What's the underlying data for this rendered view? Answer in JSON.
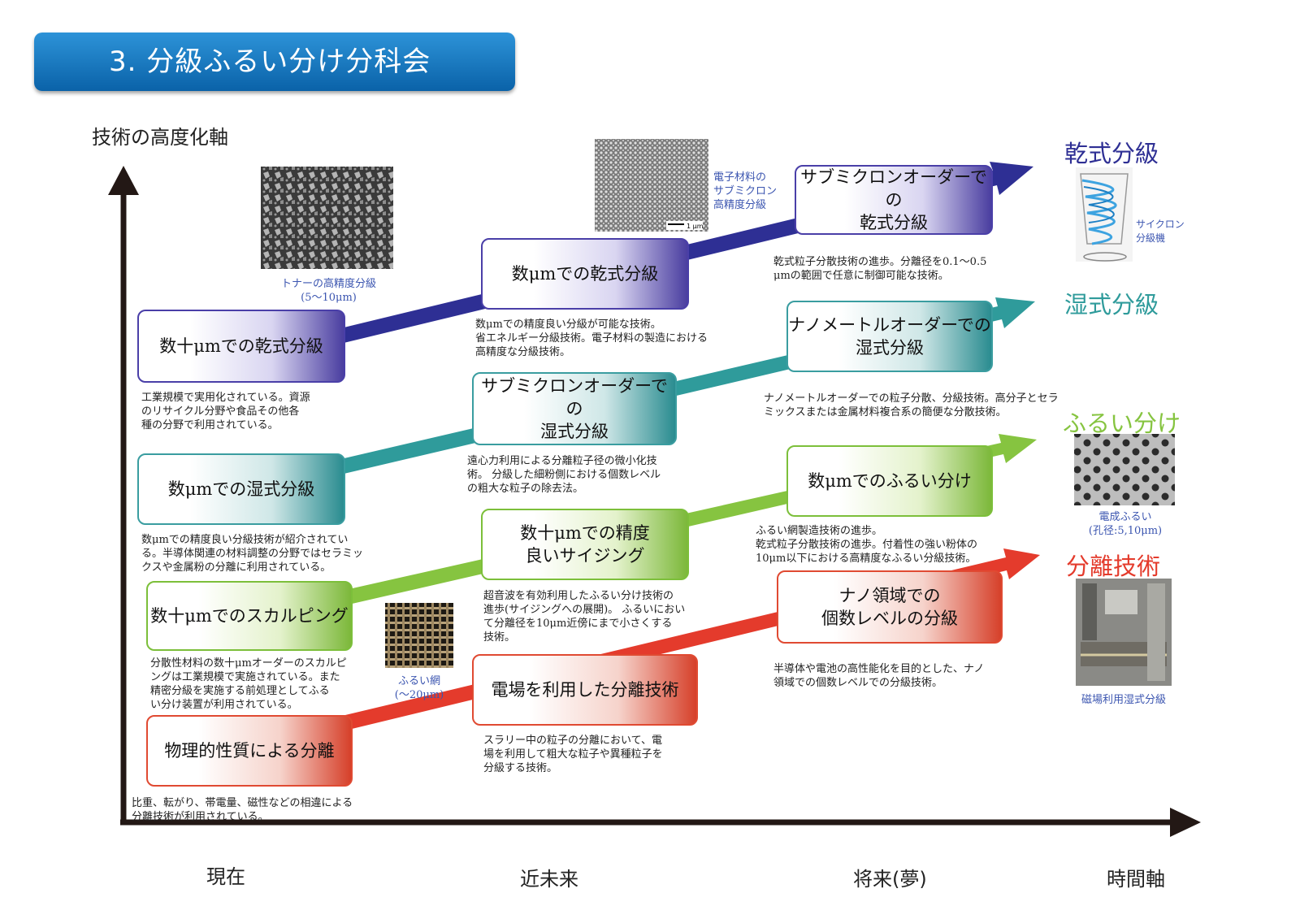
{
  "title": "3.  分級ふるい分け分科会",
  "axes": {
    "y_label": "技術の高度化軸",
    "x_ticks": [
      "現在",
      "近未来",
      "将来(夢)"
    ],
    "x_label": "時間軸"
  },
  "categories": {
    "dry": "乾式分級",
    "wet": "湿式分級",
    "sieve": "ふるい分け",
    "separation": "分離技術"
  },
  "colors": {
    "dry": "#2e2f94",
    "wet": "#2f9b9b",
    "sieve": "#86c440",
    "separation": "#e43b2c",
    "banner": "#1572bd"
  },
  "boxes": {
    "dry1": "数十μmでの乾式分級",
    "dry2": "数μmでの乾式分級",
    "dry3": "サブミクロンオーダーでの\n乾式分級",
    "wet1": "数μmでの湿式分級",
    "wet2": "サブミクロンオーダーでの\n湿式分級",
    "wet3": "ナノメートルオーダーでの\n湿式分級",
    "sieve1": "数十μmでのスカルピング",
    "sieve2": "数十μmでの精度\n良いサイジング",
    "sieve3": "数μmでのふるい分け",
    "sep1": "物理的性質による分離",
    "sep2": "電場を利用した分離技術",
    "sep3": "ナノ領域での\n個数レベルの分級"
  },
  "descriptions": {
    "dry1": "工業規模で実用化されている。資源\nのリサイクル分野や食品その他各\n種の分野で利用されている。",
    "dry2": "数μmでの精度良い分級が可能な技術。\n省エネルギー分級技術。電子材料の製造における\n高精度な分級技術。",
    "dry3": "乾式粒子分散技術の進歩。分離径を0.1〜0.5\nμmの範囲で任意に制御可能な技術。",
    "wet1": "数μmでの精度良い分級技術が紹介されてい\nる。半導体関連の材料調整の分野ではセラミッ\nクスや金属粉の分離に利用されている。",
    "wet2": "遠心力利用による分離粒子径の微小化技\n術。 分級した細粉側における個数レベル\nの粗大な粒子の除去法。",
    "wet3": "ナノメートルオーダーでの粒子分散、分級技術。高分子とセラ\nミックスまたは金属材料複合系の簡便な分散技術。",
    "sieve1": "分散性材料の数十μmオーダーのスカルピ\nングは工業規模で実施されている。また\n精密分級を実施する前処理としてふる\nい分け装置が利用されている。",
    "sieve2": "超音波を有効利用したふるい分け技術の\n進歩(サイジングへの展開)。 ふるいにおい\nて分離径を10μm近傍にまで小さくする\n技術。",
    "sieve3": "ふるい網製造技術の進歩。\n乾式粒子分散技術の進歩。付着性の強い粉体の\n10μm以下における高精度なふるい分級技術。",
    "sep1": "比重、転がり、帯電量、磁性などの相違による\n分離技術が利用されている。",
    "sep2": "スラリー中の粒子の分離において、電\n場を利用して粗大な粒子や異種粒子を\n分級する技術。",
    "sep3": "半導体や電池の高性能化を目的とした、ナノ\n領域での個数レベルでの分級技術。"
  },
  "photos": {
    "toner": "トナーの高精度分級\n(5〜10μm)",
    "electronic": "電子材料の\nサブミクロン\n高精度分級",
    "scale_bar": "1 μm",
    "cyclone": "サイクロン\n分級機",
    "mesh": "ふるい網\n(〜20μm)",
    "electroformed": "電成ふるい\n(孔径:5,10μm)",
    "magnetic": "磁場利用湿式分級"
  }
}
